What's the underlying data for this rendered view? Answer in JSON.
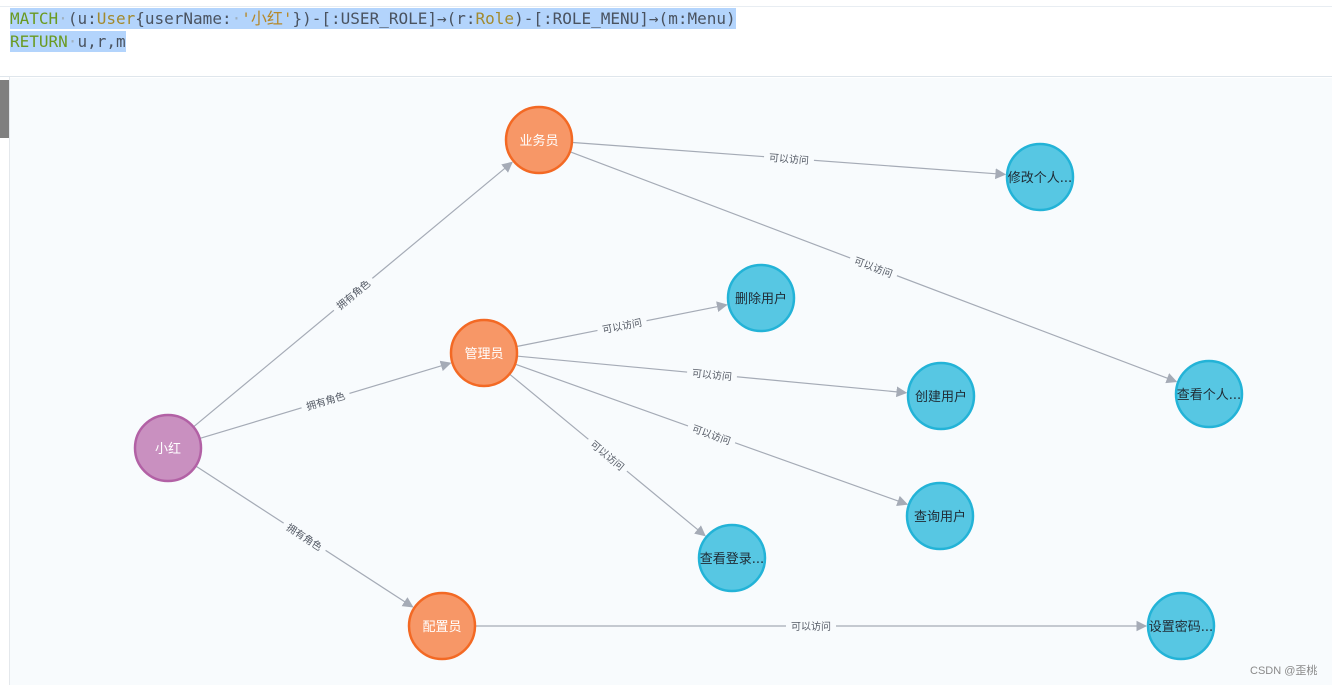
{
  "query": {
    "line1": {
      "keyword": "MATCH",
      "open": "(u:",
      "label": "User",
      "prop_open": "{userName:",
      "value": "'小红'",
      "rest_a": "})-[:USER_ROLE]→(r:",
      "role_label": "Role",
      "rest_b": ")-[:ROLE_MENU]→(m:Menu)"
    },
    "line2": {
      "keyword": "RETURN",
      "vars": "u,r,m"
    }
  },
  "graph": {
    "colors": {
      "user": "#c990c0",
      "user_stroke": "#b261a5",
      "role": "#f79767",
      "role_stroke": "#f36924",
      "menu": "#57c7e3",
      "menu_stroke": "#23b3d7",
      "edge": "#a5abb6"
    },
    "nodes": [
      {
        "id": "u",
        "label": "小红",
        "type": "user"
      },
      {
        "id": "r1",
        "label": "业务员",
        "type": "role"
      },
      {
        "id": "r2",
        "label": "管理员",
        "type": "role"
      },
      {
        "id": "r3",
        "label": "配置员",
        "type": "role"
      },
      {
        "id": "m1",
        "label": "修改个人...",
        "type": "menu"
      },
      {
        "id": "m2",
        "label": "删除用户",
        "type": "menu"
      },
      {
        "id": "m3",
        "label": "创建用户",
        "type": "menu"
      },
      {
        "id": "m4",
        "label": "查看个人...",
        "type": "menu"
      },
      {
        "id": "m5",
        "label": "查询用户",
        "type": "menu"
      },
      {
        "id": "m6",
        "label": "查看登录...",
        "type": "menu"
      },
      {
        "id": "m7",
        "label": "设置密码...",
        "type": "menu"
      }
    ],
    "edges": [
      {
        "from": "u",
        "to": "r1",
        "label": "拥有角色"
      },
      {
        "from": "u",
        "to": "r2",
        "label": "拥有角色"
      },
      {
        "from": "u",
        "to": "r3",
        "label": "拥有角色"
      },
      {
        "from": "r1",
        "to": "m1",
        "label": "可以访问"
      },
      {
        "from": "r1",
        "to": "m4",
        "label": "可以访问"
      },
      {
        "from": "r2",
        "to": "m2",
        "label": "可以访问"
      },
      {
        "from": "r2",
        "to": "m3",
        "label": "可以访问"
      },
      {
        "from": "r2",
        "to": "m5",
        "label": "可以访问"
      },
      {
        "from": "r2",
        "to": "m6",
        "label": "可以访问"
      },
      {
        "from": "r3",
        "to": "m7",
        "label": "可以访问"
      }
    ]
  },
  "watermark": "CSDN @歪桃"
}
